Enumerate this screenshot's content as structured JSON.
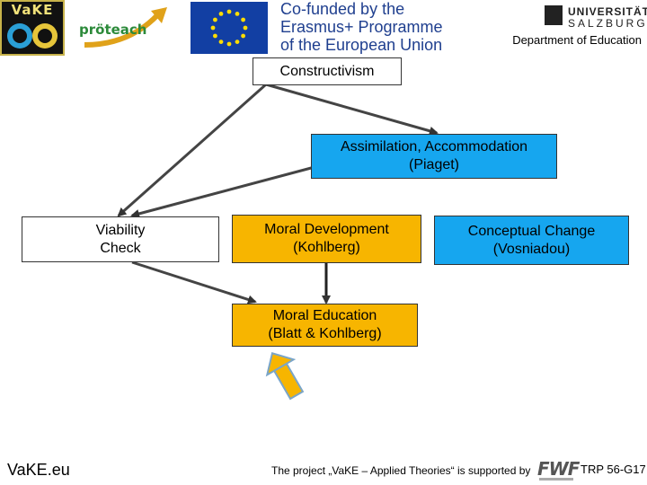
{
  "header": {
    "vake_logo_text": "VaKE",
    "proteach_logo_text": "pröteach",
    "eu_text_lines": [
      "Co-funded by the",
      "Erasmus+ Programme",
      "of the European Union"
    ],
    "university_line1": "UNIVERSITÄT",
    "university_line2": "SALZBURG",
    "department": "Department of Education"
  },
  "diagram": {
    "constructivism": "Constructivism",
    "assimilation": "Assimilation, Accommodation\n(Piaget)",
    "viability": "Viability\nCheck",
    "moral_development": "Moral Development\n(Kohlberg)",
    "conceptual_change": "Conceptual Change\n(Vosniadou)",
    "moral_education": "Moral Education\n(Blatt & Kohlberg)"
  },
  "colors": {
    "blue_box": "#16a6ef",
    "gold_box": "#f7b500",
    "eu_blue": "#123fa3",
    "eu_star": "#ffdd00"
  },
  "footer": {
    "site": "VaKE.eu",
    "support_text": "The project „VaKE – Applied Theories“ is supported by",
    "funder_logo_text": "FWF",
    "grant_id": "TRP 56-G17"
  }
}
